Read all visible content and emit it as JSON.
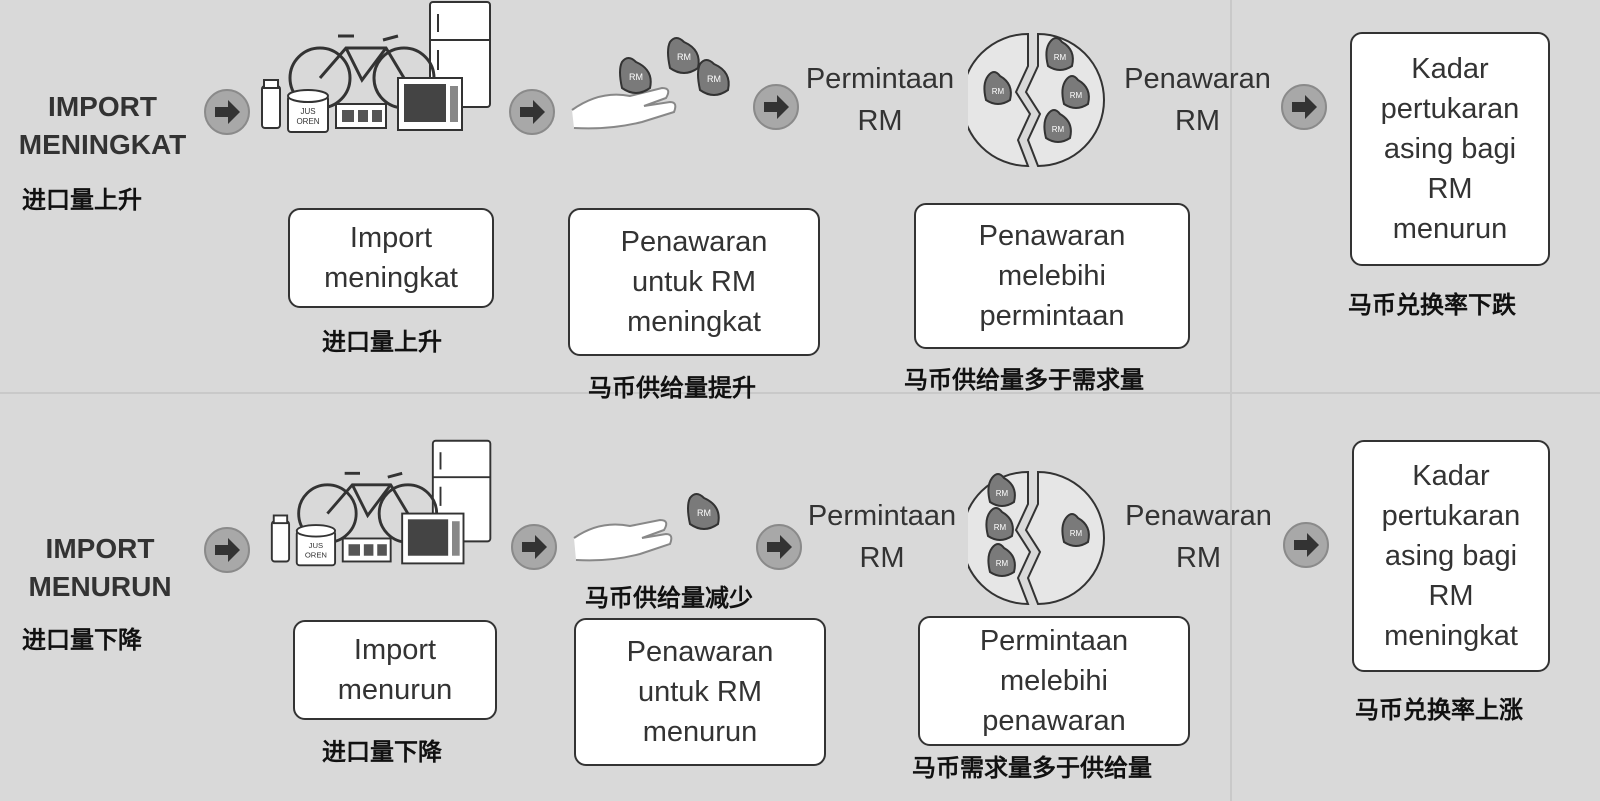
{
  "rows": [
    {
      "side_label": "IMPORT\nMENINGKAT",
      "side_zh": "进口量上升",
      "demand_label": "Permintaan\nRM",
      "supply_label": "Penawaran\nRM",
      "result_box": "Kadar\npertukaran\nasing bagi\nRM\nmenurun",
      "result_zh": "马币兑换率下跌",
      "boxes": [
        {
          "text": "Import\nmeningkat",
          "zh": "进口量上升"
        },
        {
          "text": "Penawaran\nuntuk RM\nmeningkat",
          "zh": "马币供给量提升"
        },
        {
          "text": "Penawaran\nmelebihi\npermintaan",
          "zh": "马币供给量多于需求量"
        }
      ],
      "hand_zh": ""
    },
    {
      "side_label": "IMPORT\nMENURUN",
      "side_zh": "进口量下降",
      "demand_label": "Permintaan\nRM",
      "supply_label": "Penawaran\nRM",
      "result_box": "Kadar\npertukaran\nasing bagi\nRM\nmeningkat",
      "result_zh": "马币兑换率上涨",
      "boxes": [
        {
          "text": "Import\nmenurun",
          "zh": "进口量下降"
        },
        {
          "text": "Penawaran\nuntuk RM\nmenurun",
          "zh": ""
        },
        {
          "text": "Permintaan\nmelebihi\npenawaran",
          "zh": "马币需求量多于供给量"
        }
      ],
      "hand_zh": "马币供给量减少"
    }
  ],
  "bag_text": "RM",
  "jug_text": "JUS\nOREN",
  "icons": [
    "arrow-right-icon",
    "bicycle-icon",
    "refrigerator-icon",
    "television-icon",
    "jar-icon",
    "juice-box-icon",
    "hand-icon",
    "money-bag-icon",
    "scale-split-icon"
  ],
  "colors": {
    "background": "#d9d9d9",
    "arrow_circle": "#a8a8a8",
    "arrow": "#333333",
    "bag": "#7a7a7a",
    "box_border": "#333333"
  }
}
